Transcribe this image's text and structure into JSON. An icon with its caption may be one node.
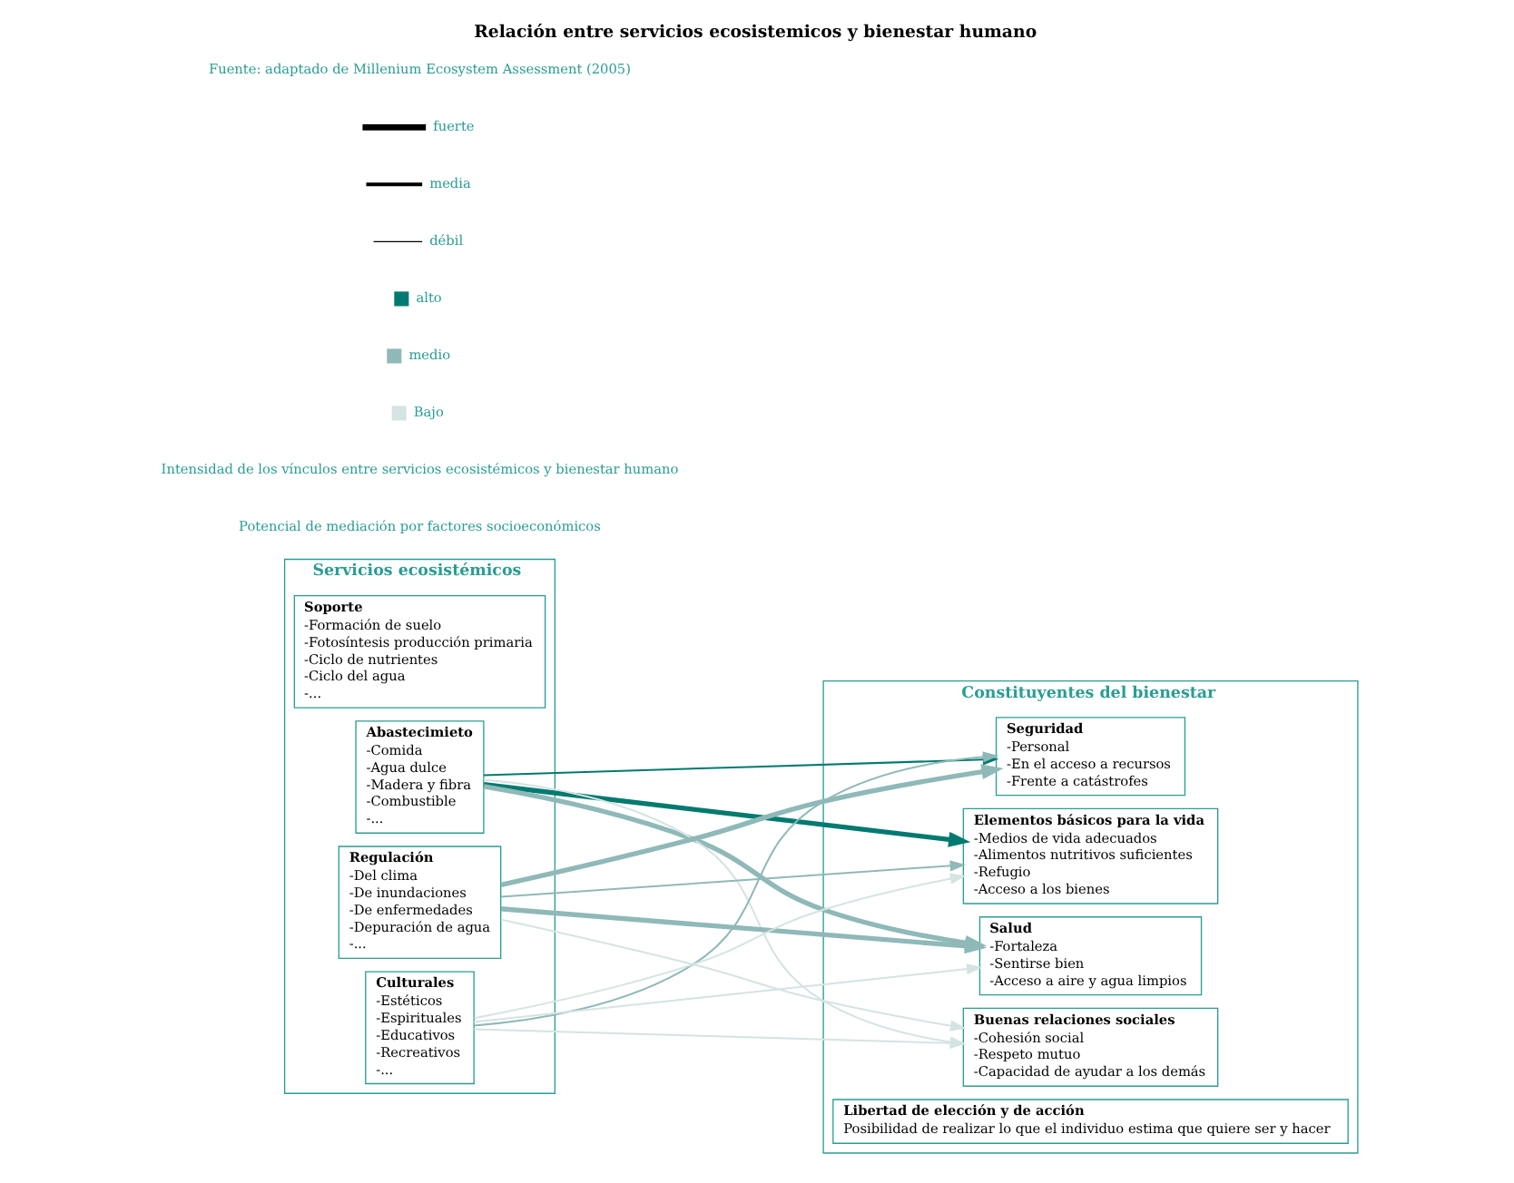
{
  "diagram": {
    "title": "Relación entre servicios ecosistemicos y bienestar humano",
    "caption": "Fuente: adaptado de Millenium Ecosystem Assessment (2005)",
    "nodes": [
      {
        "text": [
          "Servicios ecosistémicos"
        ]
      },
      {
        "text": [
          "Soporte",
          "-Formación de suelo",
          "-Fotosíntesis producción primaria",
          "-Ciclo de nutrientes",
          "-Ciclo del agua",
          "-..."
        ],
        "in": 0
      },
      {
        "text": [
          "Abastecimieto",
          "-Comida",
          "-Agua dulce",
          "-Madera y fibra",
          "-Combustible",
          "-..."
        ],
        "in": 0
      },
      {
        "text": [
          "Regulación",
          "-Del clima",
          "-De inundaciones",
          "-De enfermedades",
          "-Depuración de agua",
          "-..."
        ],
        "in": 0
      },
      {
        "text": [
          "Culturales",
          "-Estéticos",
          "-Espirituales",
          "-Educativos",
          "-Recreativos",
          "-..."
        ],
        "in": 0
      },
      {
        "text": [
          "Constituyentes del bienestar"
        ]
      },
      {
        "text": [
          "Seguridad",
          "-Personal",
          "-En el acceso a recursos",
          "-Frente a catástrofes"
        ],
        "in": 5
      },
      {
        "text": [
          "Elementos básicos para la vida",
          "-Medios de vida adecuados",
          "-Alimentos nutritivos suficientes",
          "-Refugio",
          "-Acceso a los bienes"
        ],
        "in": 5
      },
      {
        "text": [
          "Salud",
          "-Fortaleza",
          "-Sentirse bien",
          "-Acceso a aire y agua limpios"
        ],
        "in": 5
      },
      {
        "text": [
          "Buenas relaciones sociales",
          "-Cohesión social",
          "-Respeto mutuo",
          "-Capacidad de ayudar a los demás"
        ],
        "in": 5
      },
      {
        "text": [
          "Libertad de elección y de acción",
          "Posibilidad de realizar lo que el individuo estima que quiere ser y hacer"
        ],
        "in": 5
      }
    ],
    "edges": [
      {
        "from": 2,
        "to": 6,
        "arrow": "to",
        "color": "#007a70"
      },
      {
        "from": 2,
        "to": 7,
        "arrow": "to",
        "style": "thick",
        "color": "#007a70"
      },
      {
        "from": 2,
        "to": 8,
        "arrow": "to",
        "style": "thick",
        "color": "#8fb9b8"
      },
      {
        "from": 2,
        "to": 9,
        "arrow": "to",
        "color": "#d5e3e3"
      },
      {
        "from": 3,
        "to": 6,
        "arrow": "to",
        "style": "thick",
        "color": "#8fb9b8"
      },
      {
        "from": 3,
        "to": 7,
        "arrow": "to",
        "color": "#8fb9b8"
      },
      {
        "from": 3,
        "to": 8,
        "arrow": "to",
        "style": "thick",
        "color": "#8fb9b8"
      },
      {
        "from": 3,
        "to": 9,
        "arrow": "to",
        "color": "#d5e3e3"
      },
      {
        "from": 4,
        "to": 6,
        "arrow": "to",
        "color": "#8fb9b8"
      },
      {
        "from": 4,
        "to": 7,
        "arrow": "to",
        "color": "#d5e3e3"
      },
      {
        "from": 4,
        "to": 8,
        "arrow": "to",
        "color": "#d5e3e3"
      },
      {
        "from": 4,
        "to": 9,
        "arrow": "to",
        "color": "#d5e3e3"
      }
    ],
    "labels": [
      "Potencial de mediación por factores socioeconómicos",
      "Intensidad de los vínculos entre servicios ecosistémicos y bienestar humano"
    ],
    "legend": [
      {
        "text": "Bajo",
        "color": "#d5e3e3"
      },
      {
        "text": "medio",
        "color": "#8fb9b8"
      },
      {
        "text": "alto",
        "color": "#007a70"
      },
      {
        "text": "débil"
      },
      {
        "text": "media"
      },
      {
        "text": "fuerte"
      }
    ]
  }
}
